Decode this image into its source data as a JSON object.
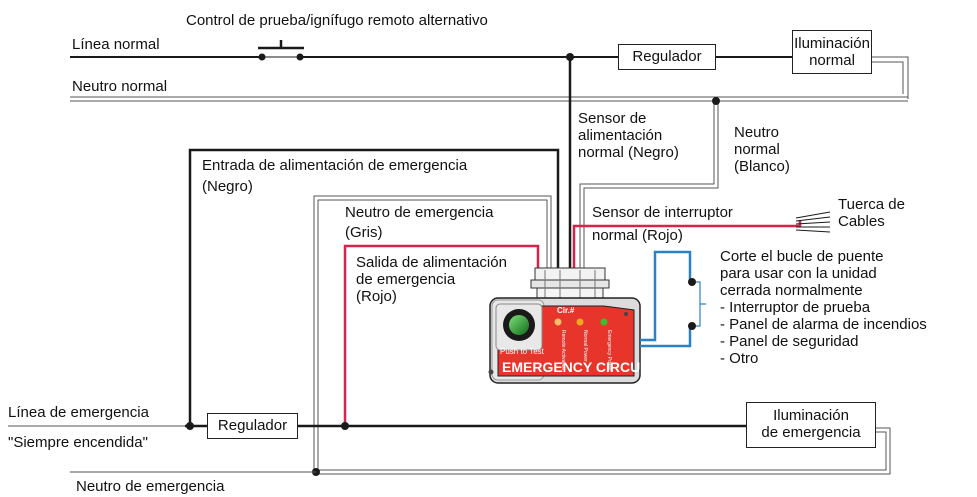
{
  "labels": {
    "remote_control": "Control de prueba/ignífugo remoto alternativo",
    "normal_line": "Línea normal",
    "normal_neutral": "Neutro normal",
    "regulator_top": "Regulador",
    "normal_lighting_1": "Iluminación",
    "normal_lighting_2": "normal",
    "normal_sensor_1": "Sensor de",
    "normal_sensor_2": "alimentación",
    "normal_sensor_3": "normal (Negro)",
    "neutral_white_1": "Neutro",
    "neutral_white_2": "normal",
    "neutral_white_3": "(Blanco)",
    "emergency_input_1": "Entrada de alimentación de emergencia",
    "emergency_input_2": "(Negro)",
    "emergency_neutral_gray_1": "Neutro de emergencia",
    "emergency_neutral_gray_2": "(Gris)",
    "switch_sensor_1": "Sensor de interruptor",
    "switch_sensor_2": "normal (Rojo)",
    "wire_nut_1": "Tuerca de",
    "wire_nut_2": "Cables",
    "emergency_output_1": "Salida de alimentación",
    "emergency_output_2": "de emergencia",
    "emergency_output_3": "(Rojo)",
    "loop_note_1": "Corte el bucle de puente",
    "loop_note_2": "para usar con la unidad",
    "loop_note_3": "cerrada normalmente",
    "loop_note_4": "- Interruptor de prueba",
    "loop_note_5": "- Panel de alarma de incendios",
    "loop_note_6": "- Panel de seguridad",
    "loop_note_7": "- Otro",
    "emergency_line": "Línea de emergencia",
    "always_on": "\"Siempre encendida\"",
    "regulator_bottom": "Regulador",
    "emergency_lighting_1": "Iluminación",
    "emergency_lighting_2": "de emergencia",
    "emergency_neutral_bottom": "Neutro de emergencia"
  },
  "device": {
    "title": "EMERGENCY CIRCUIT",
    "push_to_test": "Push to Test",
    "cir": "Cir.#",
    "led_remote_1": "Remote",
    "led_remote_2": "Activation",
    "led_normal_1": "Normal",
    "led_normal_2": "Power",
    "led_emergency_1": "Emergency",
    "led_emergency_2": "Power"
  },
  "colors": {
    "hot_wire": "#1a1a1a",
    "red_wire": "#d6234a",
    "blue_loop": "#2a82c4",
    "device_red": "#e8352b",
    "led_amber": "#f2a81d",
    "led_green": "#3cbf2e"
  }
}
